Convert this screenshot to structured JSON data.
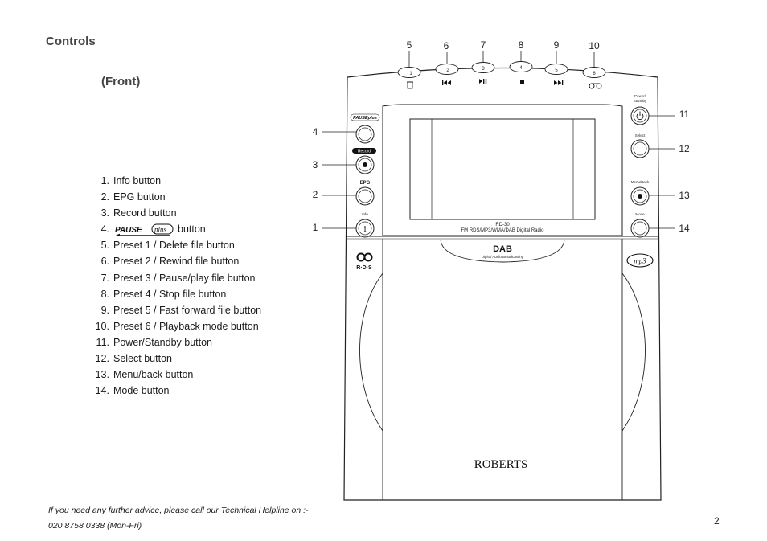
{
  "headings": {
    "controls": "Controls",
    "front": "(Front)"
  },
  "legend": [
    {
      "num": "1.",
      "label": "Info button"
    },
    {
      "num": "2.",
      "label": "EPG button"
    },
    {
      "num": "3.",
      "label": "Record button"
    },
    {
      "num": "4.",
      "label": "button"
    },
    {
      "num": "5.",
      "label": "Preset 1 / Delete file button"
    },
    {
      "num": "6.",
      "label": "Preset 2 / Rewind file button"
    },
    {
      "num": "7.",
      "label": "Preset 3 / Pause/play file button"
    },
    {
      "num": "8.",
      "label": "Preset 4 / Stop file button"
    },
    {
      "num": "9.",
      "label": "Preset 5 / Fast forward file button"
    },
    {
      "num": "10.",
      "label": "Preset 6 / Playback mode button"
    },
    {
      "num": "11.",
      "label": "Power/Standby button"
    },
    {
      "num": "12.",
      "label": "Select button"
    },
    {
      "num": "13.",
      "label": "Menu/back button"
    },
    {
      "num": "14.",
      "label": "Mode button"
    }
  ],
  "diagram": {
    "top_callouts": [
      "5",
      "6",
      "7",
      "8",
      "9",
      "10"
    ],
    "preset_numbers": [
      "1",
      "2",
      "3",
      "4",
      "5",
      "6"
    ],
    "left_callouts": [
      "4",
      "3",
      "2",
      "1"
    ],
    "right_callouts": [
      "11",
      "12",
      "13",
      "14"
    ],
    "left_labels": {
      "record": "Record",
      "epg": "EPG",
      "info": "Info"
    },
    "right_labels": {
      "power": "Power/",
      "standby": "Standby",
      "select": "Select",
      "menu": "Menu/Back",
      "mode": "Mode"
    },
    "model": "RD-30",
    "model_desc": "FM RDS/MP3/WMA/DAB Digital Radio",
    "dab_text": "Digital Audio Broadcasting",
    "brand": "ROBERTS"
  },
  "footer": {
    "advice": "If you need any further advice, please call our Technical Helpline on :-",
    "phone": "020 8758 0338 (Mon-Fri)"
  },
  "page_number": "2"
}
